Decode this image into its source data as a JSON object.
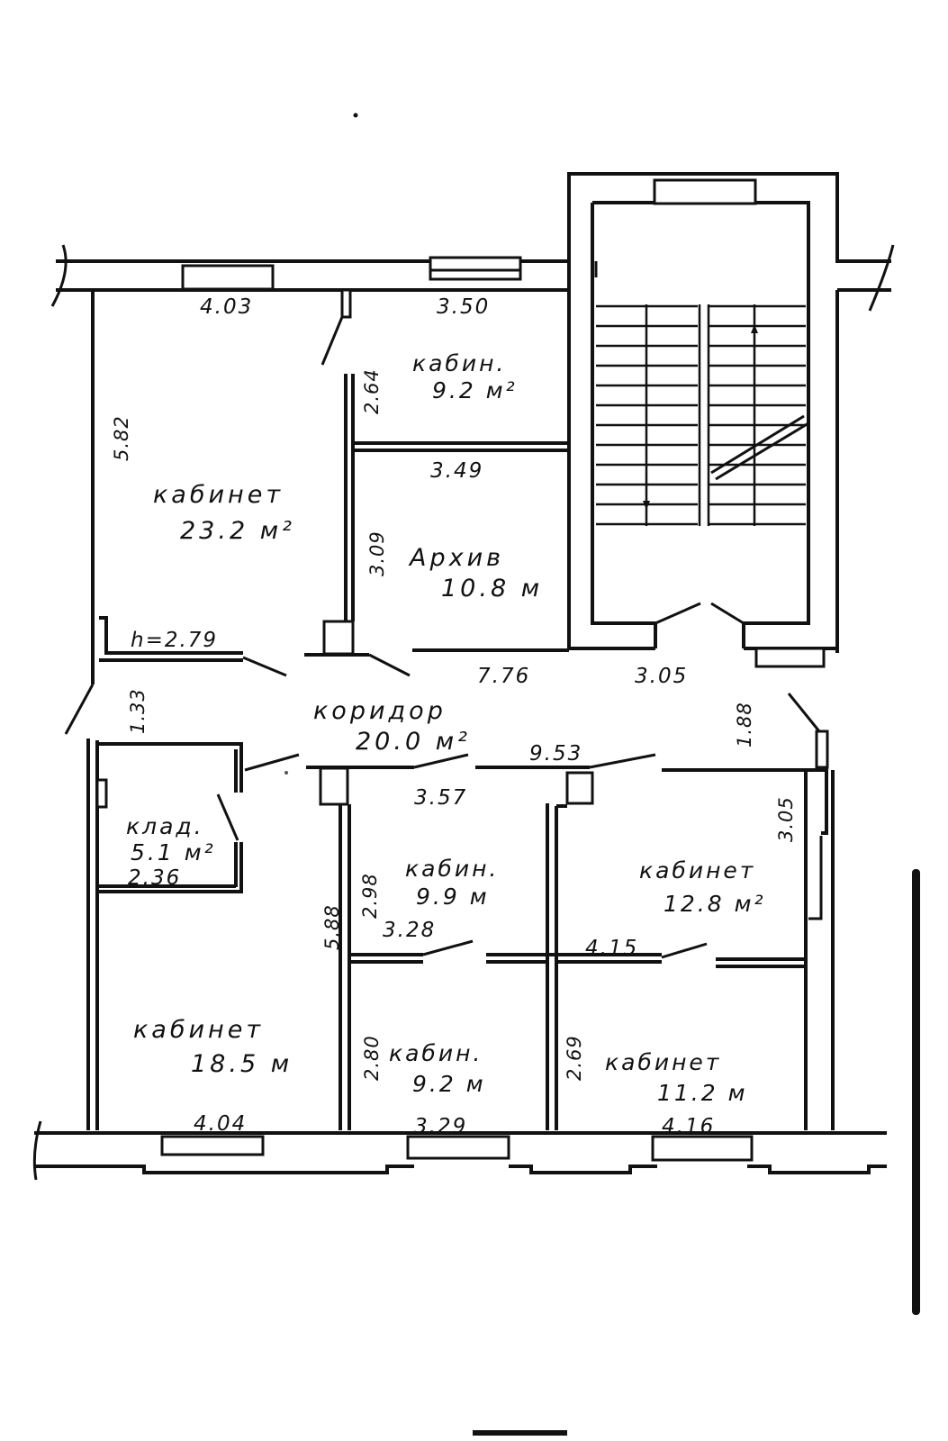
{
  "rooms": {
    "top_left": {
      "name": "кабинет",
      "area": "23.2 м²"
    },
    "top_mid": {
      "name": "кабин.",
      "area": "9.2 м²"
    },
    "archive": {
      "name": "Архив",
      "area": "10.8 м"
    },
    "corridor": {
      "name": "коридор",
      "area": "20.0 м²"
    },
    "pantry": {
      "name": "клад.",
      "area": "5.1 м²",
      "width": "2.36"
    },
    "mid_center": {
      "name": "кабин.",
      "area": "9.9 м"
    },
    "mid_right": {
      "name": "кабинет",
      "area": "12.8 м²"
    },
    "bottom_left": {
      "name": "кабинет",
      "area": "18.5 м"
    },
    "bottom_mid": {
      "name": "кабин.",
      "area": "9.2 м"
    },
    "bottom_right": {
      "name": "кабинет",
      "area": "11.2 м"
    }
  },
  "dimensions": {
    "top_left_width": "4.03",
    "top_mid_width": "3.50",
    "top_left_depth": "5.82",
    "top_mid_depth": "2.64",
    "archive_width": "3.49",
    "archive_depth": "3.09",
    "ceiling_height": "h=2.79",
    "corridor_len_a": "7.76",
    "corridor_len_b": "3.05",
    "corridor_w_left": "1.33",
    "corridor_w_right": "1.88",
    "corridor_len_c": "9.53",
    "mid_center_width": "3.57",
    "mid_center_depth": "2.98",
    "left_depth": "5.88",
    "mid_center_inner": "3.28",
    "mid_right_depth": "3.05",
    "mid_right_width": "4.15",
    "bottom_mid_depth": "2.80",
    "bottom_right_depth": "2.69",
    "bottom_left_width": "4.04",
    "bottom_mid_width": "3.29",
    "bottom_right_width": "4.16"
  }
}
